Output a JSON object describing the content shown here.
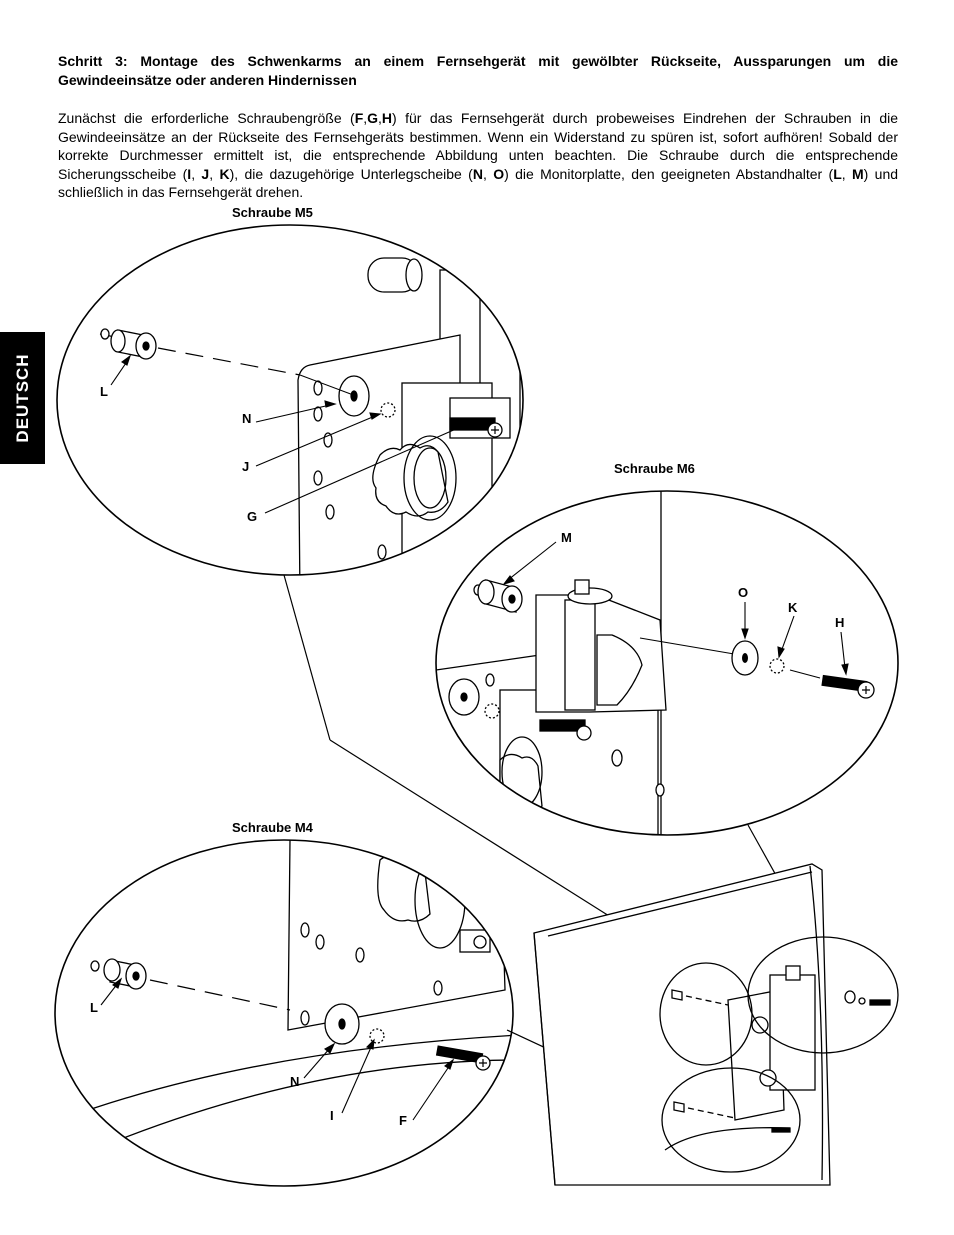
{
  "heading": "Schritt 3: Montage des Schwenkarms an einem Fernsehgerät mit gewölbter Rückseite, Aussparungen um die Gewindeeinsätze oder anderen Hindernissen",
  "intro": {
    "t1": "Zunächst die erforderliche Schraubengröße (",
    "b1": "F",
    "t2": ",",
    "b2": "G",
    "t3": ",",
    "b3": "H",
    "t4": ") für das Fernsehgerät durch probeweises Eindrehen der Schrauben in die Gewindeeinsätze an der Rückseite des Fernsehgeräts bestimmen. Wenn ein Widerstand zu spüren ist, sofort aufhören! Sobald der korrekte Durchmesser ermittelt ist, die entsprechende Abbildung unten beachten. Die Schraube durch die entsprechende Sicherungsscheibe (",
    "b4": "I",
    "t5": ", ",
    "b5": "J",
    "t6": ", ",
    "b6": "K",
    "t7": "), die dazugehörige Unterlegscheibe (",
    "b7": "N",
    "t8": ", ",
    "b8": "O",
    "t9": ") die Monitorplatte, den geeigneten Abstandhalter (",
    "b9": "L",
    "t10": ", ",
    "b10": "M",
    "t11": ") und schließlich in das Fernsehgerät drehen."
  },
  "side_tab": "DEUTSCH",
  "captions": {
    "m5": "Schraube M5",
    "m6": "Schraube M6",
    "m4": "Schraube M4"
  },
  "callouts": {
    "m5": {
      "L": "L",
      "N": "N",
      "J": "J",
      "G": "G"
    },
    "m6": {
      "M": "M",
      "O": "O",
      "K": "K",
      "H": "H"
    },
    "m4": {
      "L": "L",
      "N": "N",
      "I": "I",
      "F": "F"
    }
  }
}
